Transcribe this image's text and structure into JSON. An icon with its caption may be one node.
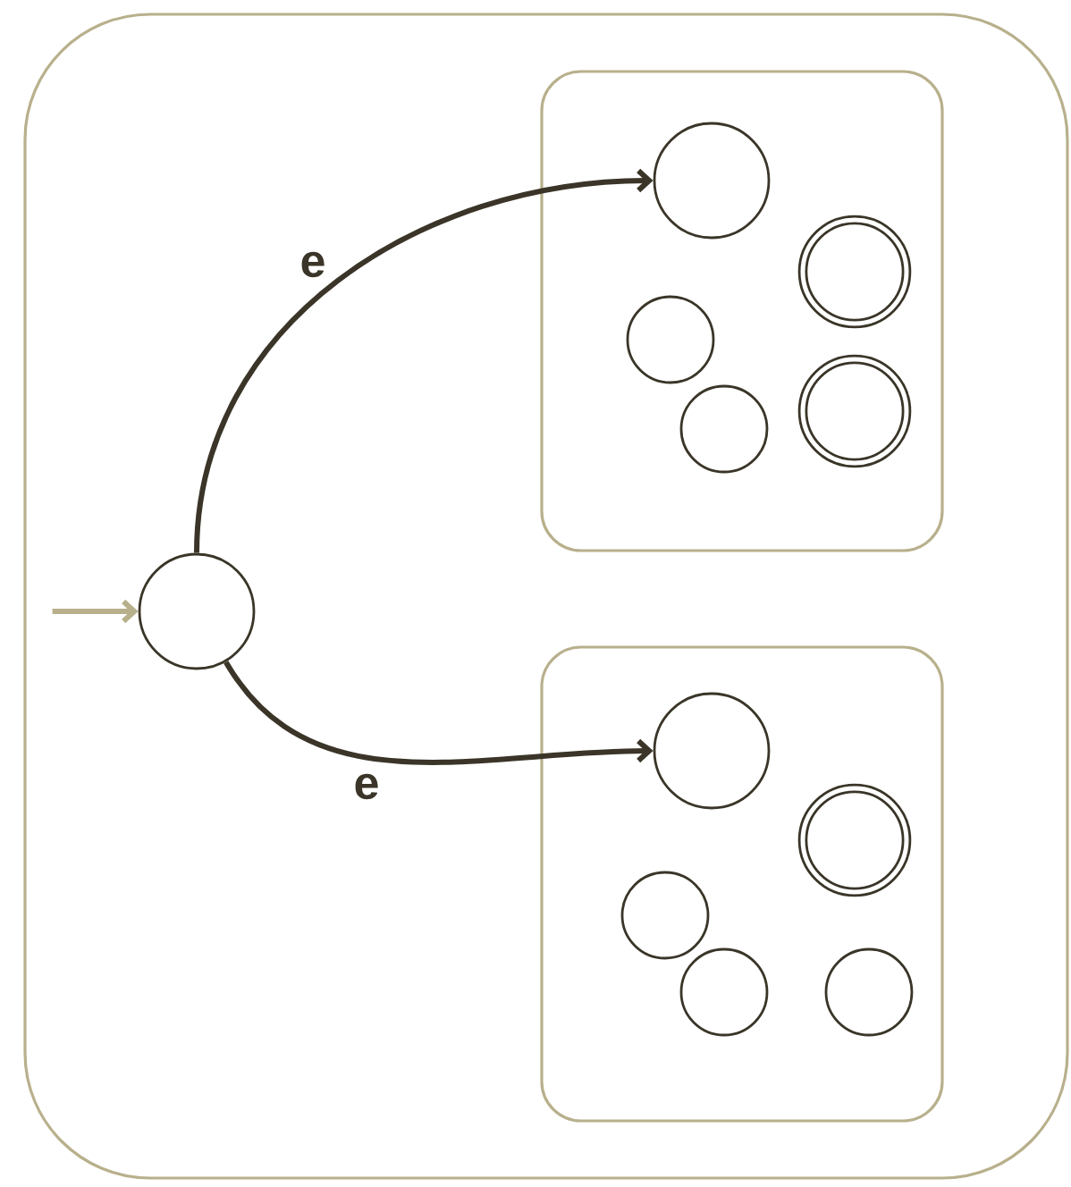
{
  "diagram": {
    "nodes": [
      {
        "text": [],
        "shape": "box"
      },
      {
        "text": [],
        "shape": "circle",
        "in": 0
      },
      {
        "text": [],
        "shape": "box",
        "in": 0
      },
      {
        "text": [],
        "shape": "circle",
        "in": 2
      },
      {
        "text": [],
        "shape": "doublecircle",
        "in": 2
      },
      {
        "text": [],
        "shape": "circle",
        "in": 2
      },
      {
        "text": [],
        "shape": "doublecircle",
        "in": 2
      },
      {
        "text": [],
        "shape": "circle",
        "in": 2
      },
      {
        "text": [],
        "shape": "box",
        "in": 0
      },
      {
        "text": [],
        "shape": "circle",
        "in": 8
      },
      {
        "text": [],
        "shape": "doublecircle",
        "in": 8
      },
      {
        "text": [],
        "shape": "circle",
        "in": 8
      },
      {
        "text": [],
        "shape": "circle",
        "in": 8
      },
      {
        "text": [],
        "shape": "circle",
        "in": 8
      }
    ],
    "edges": [
      {
        "from": null,
        "to": 1,
        "arrow": "to",
        "color": "#b8b08c"
      },
      {
        "from": 1,
        "to": 3,
        "arrow": "to",
        "label": "e"
      },
      {
        "from": 1,
        "to": 9,
        "arrow": "to",
        "label": "e"
      }
    ]
  }
}
